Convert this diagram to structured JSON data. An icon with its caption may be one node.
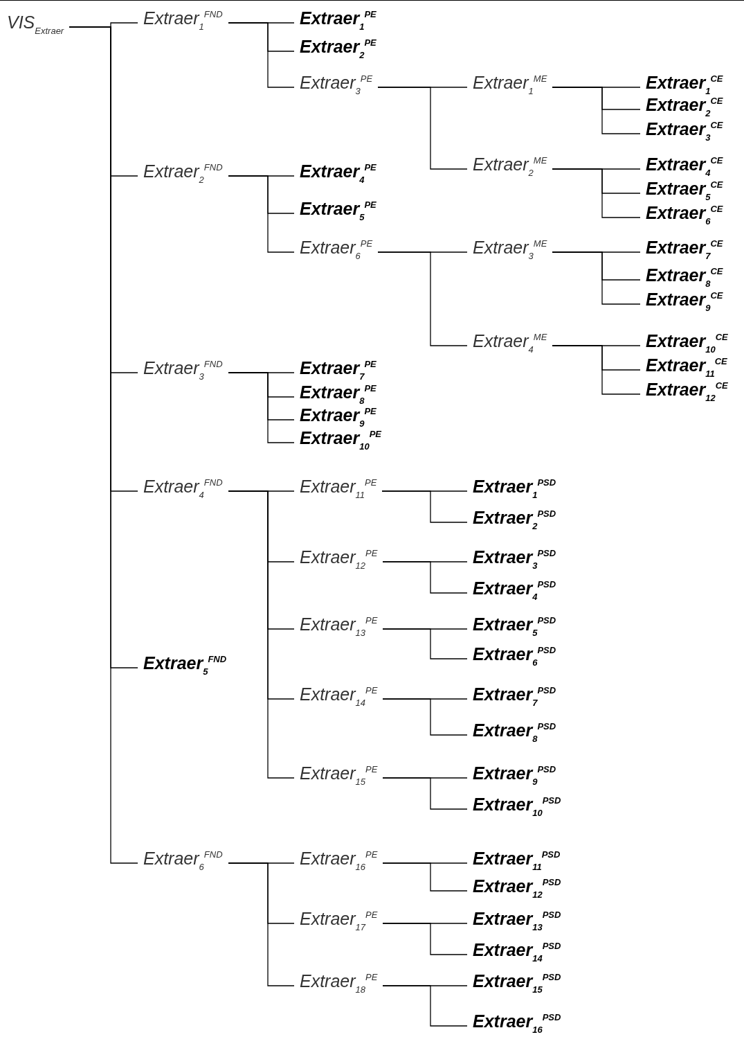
{
  "diagram": {
    "nodes": [
      {
        "text": [
          "VIS$_{Extraer}$"
        ]
      },
      {
        "text": [
          "Extraer$_{1}$$^{FND}$"
        ]
      },
      {
        "text": [
          "Extraer$_{1}$$^{PE}$"
        ]
      },
      {
        "text": [
          "Extraer$_{2}$$^{PE}$"
        ]
      },
      {
        "text": [
          "Extraer$_{3}$$^{PE}$"
        ]
      },
      {
        "text": [
          "Extraer$_{1}$$^{ME}$"
        ]
      },
      {
        "text": [
          "Extraer$_{1}$$^{CE}$"
        ]
      },
      {
        "text": [
          "Extraer$_{2}$$^{CE}$"
        ]
      },
      {
        "text": [
          "Extraer$_{3}$$^{CE}$"
        ]
      },
      {
        "text": [
          "Extraer$_{2}$$^{ME}$"
        ]
      },
      {
        "text": [
          "Extraer$_{4}$$^{CE}$"
        ]
      },
      {
        "text": [
          "Extraer$_{5}$$^{CE}$"
        ]
      },
      {
        "text": [
          "Extraer$_{6}$$^{CE}$"
        ]
      },
      {
        "text": [
          "Extraer$_{2}$$^{FND}$"
        ]
      },
      {
        "text": [
          "Extraer$_{4}$$^{PE}$"
        ]
      },
      {
        "text": [
          "Extraer$_{5}$$^{PE}$"
        ]
      },
      {
        "text": [
          "Extraer$_{6}$$^{PE}$"
        ]
      },
      {
        "text": [
          "Extraer$_{3}$$^{ME}$"
        ]
      },
      {
        "text": [
          "Extraer$_{7}$$^{CE}$"
        ]
      },
      {
        "text": [
          "Extraer$_{8}$$^{CE}$"
        ]
      },
      {
        "text": [
          "Extraer$_{9}$$^{CE}$"
        ]
      },
      {
        "text": [
          "Extraer$_{4}$$^{ME}$"
        ]
      },
      {
        "text": [
          "Extraer$_{10}$$^{CE}$"
        ]
      },
      {
        "text": [
          "Extraer$_{11}$$^{CE}$"
        ]
      },
      {
        "text": [
          "Extraer$_{12}$$^{CE}$"
        ]
      },
      {
        "text": [
          "Extraer$_{3}$$^{FND}$"
        ]
      },
      {
        "text": [
          "Extraer$_{7}$$^{PE}$"
        ]
      },
      {
        "text": [
          "Extraer$_{8}$$^{PE}$"
        ]
      },
      {
        "text": [
          "Extraer$_{9}$$^{PE}$"
        ]
      },
      {
        "text": [
          "Extraer$_{10}$$^{PE}$"
        ]
      },
      {
        "text": [
          "Extraer$_{4}$$^{FND}$"
        ]
      },
      {
        "text": [
          "Extraer$_{11}$$^{PE}$"
        ]
      },
      {
        "text": [
          "Extraer$_{1}$$^{PSD}$"
        ]
      },
      {
        "text": [
          "Extraer$_{2}$$^{PSD}$"
        ]
      },
      {
        "text": [
          "Extraer$_{12}$$^{PE}$"
        ]
      },
      {
        "text": [
          "Extraer$_{3}$$^{PSD}$"
        ]
      },
      {
        "text": [
          "Extraer$_{4}$$^{PSD}$"
        ]
      },
      {
        "text": [
          "Extraer$_{13}$$^{PE}$"
        ]
      },
      {
        "text": [
          "Extraer$_{5}$$^{PSD}$"
        ]
      },
      {
        "text": [
          "Extraer$_{6}$$^{PSD}$"
        ]
      },
      {
        "text": [
          "Extraer$_{14}$$^{PE}$"
        ]
      },
      {
        "text": [
          "Extraer$_{7}$$^{PSD}$"
        ]
      },
      {
        "text": [
          "Extraer$_{8}$$^{PSD}$"
        ]
      },
      {
        "text": [
          "Extraer$_{15}$$^{PE}$"
        ]
      },
      {
        "text": [
          "Extraer$_{9}$$^{PSD}$"
        ]
      },
      {
        "text": [
          "Extraer$_{10}$$^{PSD}$"
        ]
      },
      {
        "text": [
          "Extraer$_{5}$$^{FND}$"
        ]
      },
      {
        "text": [
          "Extraer$_{6}$$^{FND}$"
        ]
      },
      {
        "text": [
          "Extraer$_{16}$$^{PE}$"
        ]
      },
      {
        "text": [
          "Extraer$_{11}$$^{PSD}$"
        ]
      },
      {
        "text": [
          "Extraer$_{12}$$^{PSD}$"
        ]
      },
      {
        "text": [
          "Extraer$_{17}$$^{PE}$"
        ]
      },
      {
        "text": [
          "Extraer$_{13}$$^{PSD}$"
        ]
      },
      {
        "text": [
          "Extraer$_{14}$$^{PSD}$"
        ]
      },
      {
        "text": [
          "Extraer$_{18}$$^{PE}$"
        ]
      },
      {
        "text": [
          "Extraer$_{15}$$^{PSD}$"
        ]
      },
      {
        "text": [
          "Extraer$_{16}$$^{PSD}$"
        ]
      }
    ],
    "edges": [
      {
        "from": 0,
        "to": 1,
        "arrow": "none"
      },
      {
        "from": 1,
        "to": 2,
        "arrow": "none"
      },
      {
        "from": 1,
        "to": 3,
        "arrow": "none"
      },
      {
        "from": 1,
        "to": 4,
        "arrow": "none"
      },
      {
        "from": 4,
        "to": 5,
        "arrow": "none"
      },
      {
        "from": 5,
        "to": 6,
        "arrow": "none"
      },
      {
        "from": 5,
        "to": 7,
        "arrow": "none"
      },
      {
        "from": 5,
        "to": 8,
        "arrow": "none"
      },
      {
        "from": 4,
        "to": 9,
        "arrow": "none"
      },
      {
        "from": 9,
        "to": 10,
        "arrow": "none"
      },
      {
        "from": 9,
        "to": 11,
        "arrow": "none"
      },
      {
        "from": 9,
        "to": 12,
        "arrow": "none"
      },
      {
        "from": 0,
        "to": 13,
        "arrow": "none"
      },
      {
        "from": 13,
        "to": 14,
        "arrow": "none"
      },
      {
        "from": 13,
        "to": 15,
        "arrow": "none"
      },
      {
        "from": 13,
        "to": 16,
        "arrow": "none"
      },
      {
        "from": 16,
        "to": 17,
        "arrow": "none"
      },
      {
        "from": 17,
        "to": 18,
        "arrow": "none"
      },
      {
        "from": 17,
        "to": 19,
        "arrow": "none"
      },
      {
        "from": 17,
        "to": 20,
        "arrow": "none"
      },
      {
        "from": 16,
        "to": 21,
        "arrow": "none"
      },
      {
        "from": 21,
        "to": 22,
        "arrow": "none"
      },
      {
        "from": 21,
        "to": 23,
        "arrow": "none"
      },
      {
        "from": 21,
        "to": 24,
        "arrow": "none"
      },
      {
        "from": 0,
        "to": 25,
        "arrow": "none"
      },
      {
        "from": 25,
        "to": 26,
        "arrow": "none"
      },
      {
        "from": 25,
        "to": 27,
        "arrow": "none"
      },
      {
        "from": 25,
        "to": 28,
        "arrow": "none"
      },
      {
        "from": 25,
        "to": 29,
        "arrow": "none"
      },
      {
        "from": 0,
        "to": 30,
        "arrow": "none"
      },
      {
        "from": 30,
        "to": 31,
        "arrow": "none"
      },
      {
        "from": 31,
        "to": 32,
        "arrow": "none"
      },
      {
        "from": 31,
        "to": 33,
        "arrow": "none"
      },
      {
        "from": 30,
        "to": 34,
        "arrow": "none"
      },
      {
        "from": 34,
        "to": 35,
        "arrow": "none"
      },
      {
        "from": 34,
        "to": 36,
        "arrow": "none"
      },
      {
        "from": 30,
        "to": 37,
        "arrow": "none"
      },
      {
        "from": 37,
        "to": 38,
        "arrow": "none"
      },
      {
        "from": 37,
        "to": 39,
        "arrow": "none"
      },
      {
        "from": 30,
        "to": 40,
        "arrow": "none"
      },
      {
        "from": 40,
        "to": 41,
        "arrow": "none"
      },
      {
        "from": 40,
        "to": 42,
        "arrow": "none"
      },
      {
        "from": 30,
        "to": 43,
        "arrow": "none"
      },
      {
        "from": 43,
        "to": 44,
        "arrow": "none"
      },
      {
        "from": 43,
        "to": 45,
        "arrow": "none"
      },
      {
        "from": 0,
        "to": 46,
        "arrow": "none"
      },
      {
        "from": 0,
        "to": 47,
        "arrow": "none"
      },
      {
        "from": 47,
        "to": 48,
        "arrow": "none"
      },
      {
        "from": 48,
        "to": 49,
        "arrow": "none"
      },
      {
        "from": 48,
        "to": 50,
        "arrow": "none"
      },
      {
        "from": 47,
        "to": 51,
        "arrow": "none"
      },
      {
        "from": 51,
        "to": 52,
        "arrow": "none"
      },
      {
        "from": 51,
        "to": 53,
        "arrow": "none"
      },
      {
        "from": 47,
        "to": 54,
        "arrow": "none"
      },
      {
        "from": 54,
        "to": 55,
        "arrow": "none"
      },
      {
        "from": 54,
        "to": 56,
        "arrow": "none"
      }
    ]
  }
}
